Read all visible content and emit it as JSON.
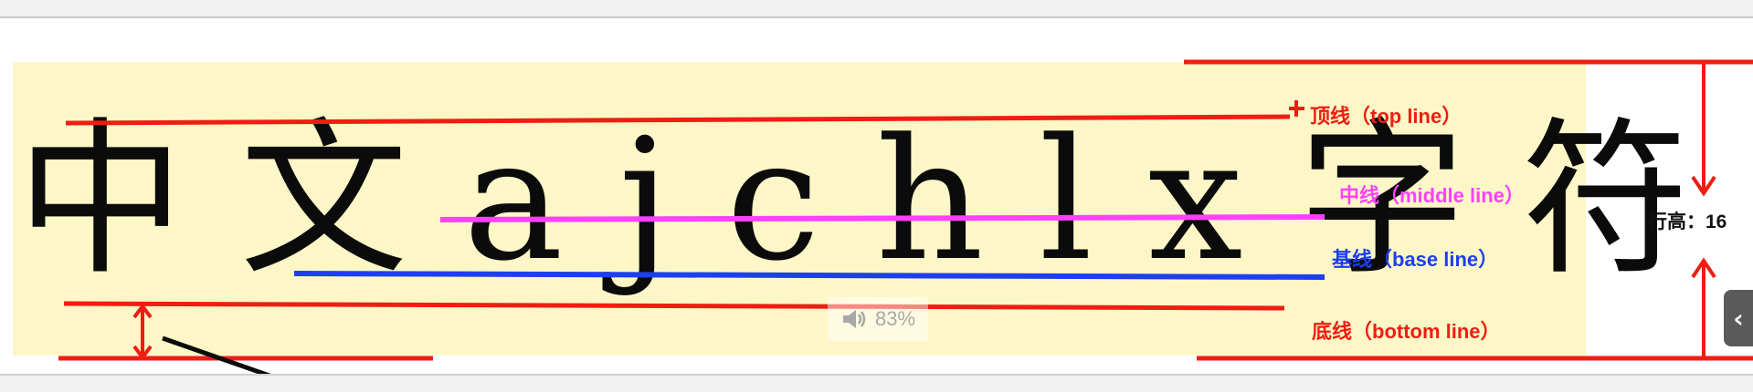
{
  "diagram": {
    "glyph_text": [
      "中",
      "文",
      "a",
      "j",
      "c",
      "h",
      "l",
      "x",
      "字",
      "符"
    ],
    "labels": {
      "top_line": "顶线（top line）",
      "middle_line": "中线（middle line）",
      "base_line": "基线（base line）",
      "bottom_line": "底线（bottom line）",
      "line_height": "行高：16"
    }
  },
  "player": {
    "volume_icon": "speaker-icon",
    "volume_text": "83%",
    "side_toggle_icon": "chevron-left-icon"
  },
  "colors": {
    "page": "#ffffff",
    "panel": "#fdf7c7",
    "top_and_bottom": "#f01d12",
    "middle": "#ff41ff",
    "base": "#1d3ff0",
    "glyph": "#0b0b0b",
    "volume": "#a8a8a8",
    "side_tab": "#5a5a5a"
  }
}
